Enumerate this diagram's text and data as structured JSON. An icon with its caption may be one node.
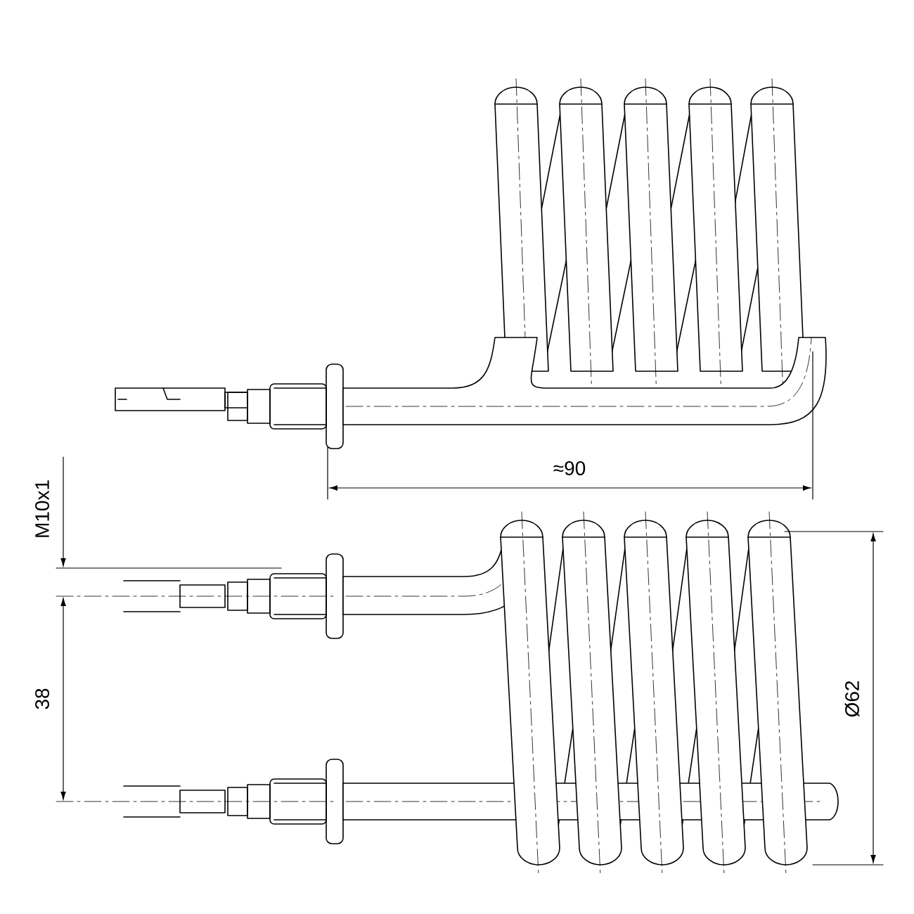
{
  "diagram": {
    "labels": [
      "M10x1",
      "≈90",
      "38",
      "Ø62"
    ]
  }
}
